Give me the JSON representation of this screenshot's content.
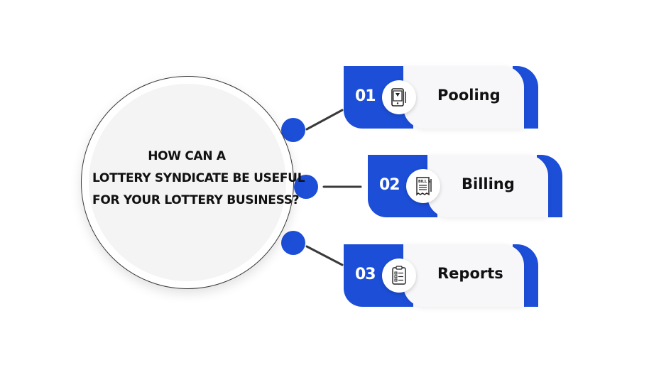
{
  "hub": {
    "title_lines": [
      "HOW CAN A",
      "LOTTERY SYNDICATE BE USEFUL",
      "FOR YOUR LOTTERY BUSINESS?"
    ]
  },
  "items": [
    {
      "number": "01",
      "label": "Pooling",
      "icon": "smartphone-icon"
    },
    {
      "number": "02",
      "label": "Billing",
      "icon": "bill-icon",
      "icon_text": "BILL $"
    },
    {
      "number": "03",
      "label": "Reports",
      "icon": "checklist-icon"
    }
  ],
  "colors": {
    "accent": "#1c4ed8",
    "card_bg": "#f7f7f9",
    "hub_bg": "#f4f4f4",
    "connector": "#3a3a3a",
    "text": "#111111"
  }
}
